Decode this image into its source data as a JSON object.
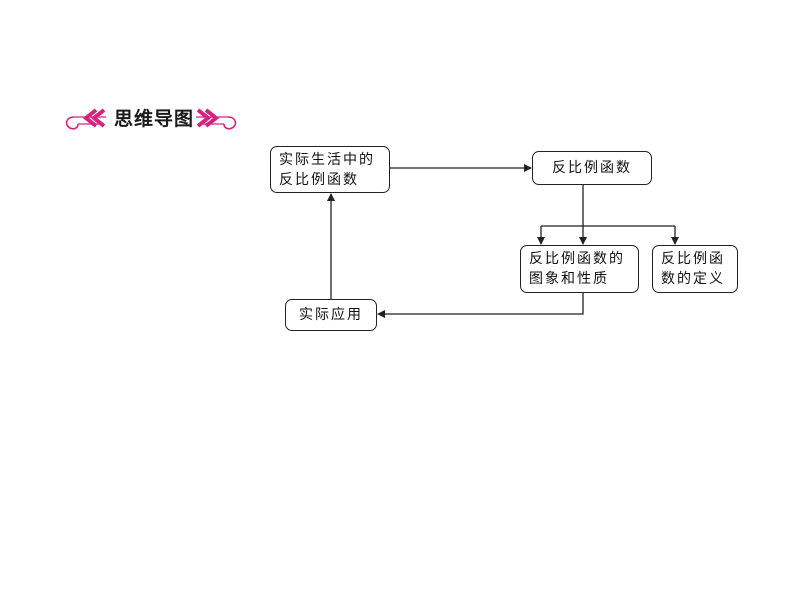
{
  "header": {
    "title": "思维导图",
    "accent_color": "#d9207f"
  },
  "diagram": {
    "nodes": {
      "real_life": "实际生活中的\n反比例函数",
      "inverse_function": "反比例函数",
      "graph_properties": "反比例函数的\n图象和性质",
      "definition": "反比例函\n数的定义",
      "application": "实际应用"
    },
    "line_color": "#222222"
  }
}
